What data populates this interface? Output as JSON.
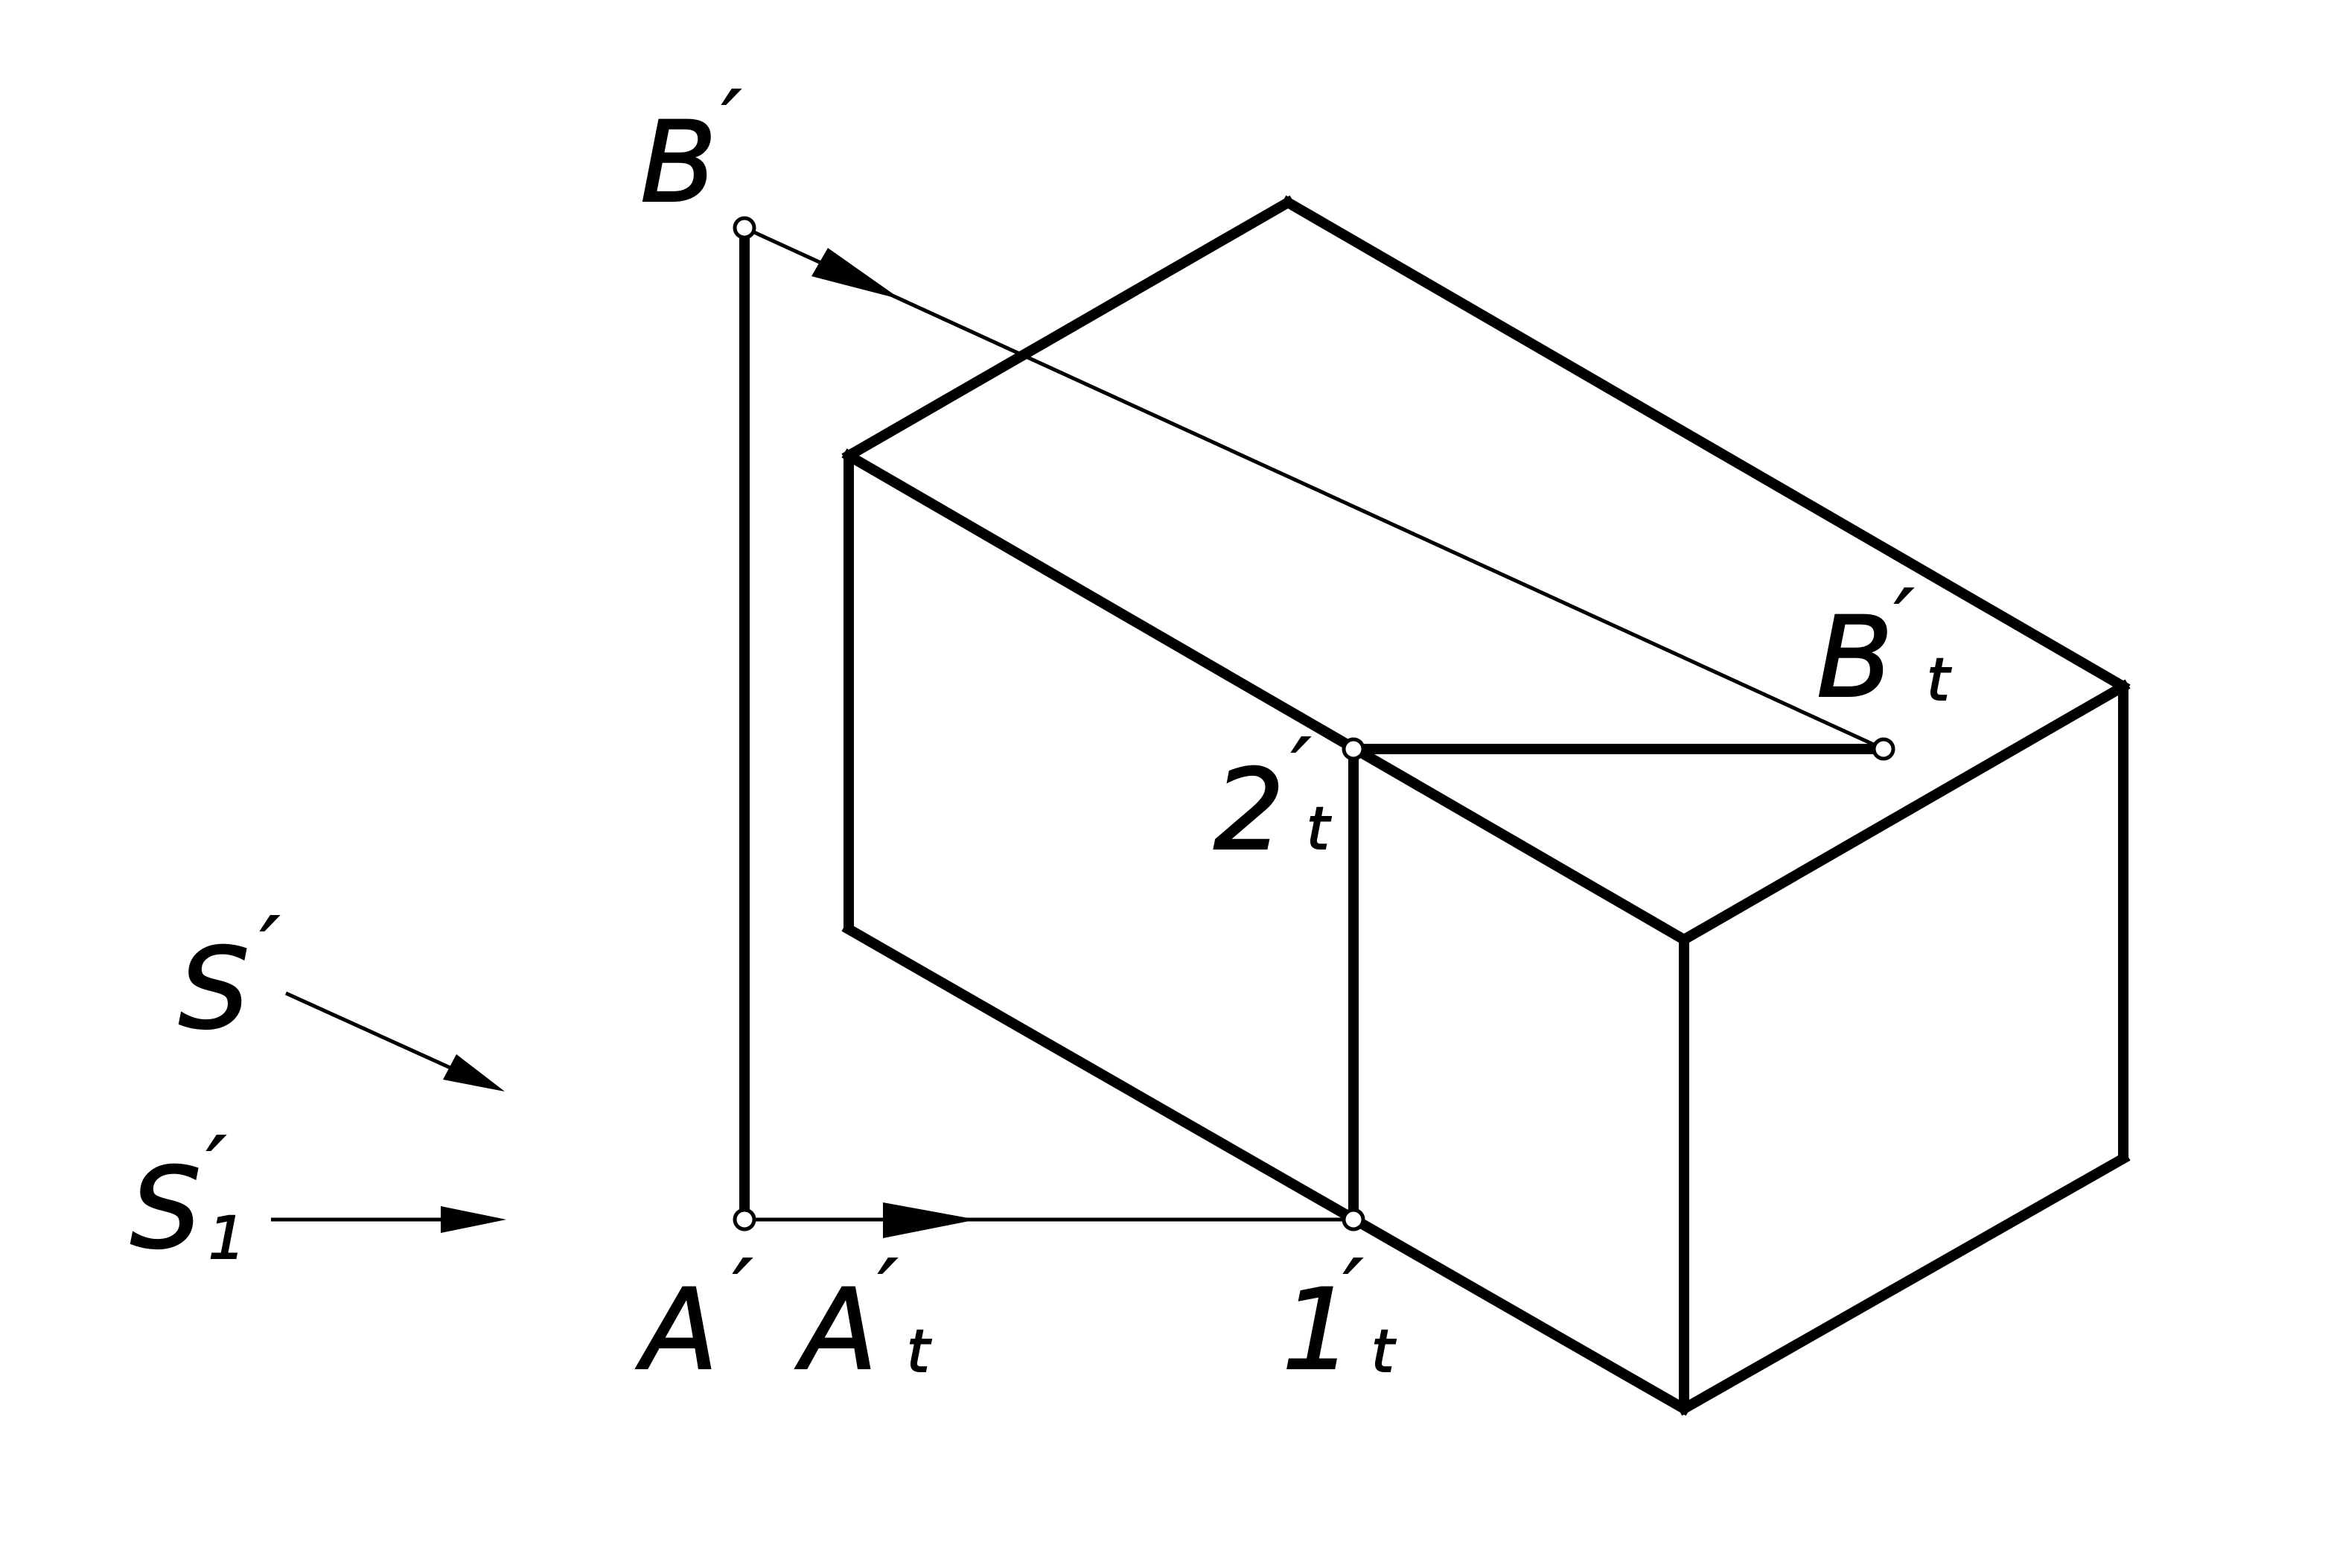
{
  "labels": {
    "b": "B",
    "b_t": "B",
    "two_t": "2",
    "s": "S",
    "s1": "S",
    "a": "A",
    "a_t": "A",
    "one_t": "1"
  },
  "primes": {
    "b": "′",
    "b_t": "′",
    "two_t": "′",
    "s": "′",
    "s1": "′",
    "a": "′",
    "a_t": "′",
    "one_t": "′"
  },
  "subscripts": {
    "b_t": "t",
    "two_t": "t",
    "s1": "1",
    "a_t": "t",
    "one_t": "t"
  },
  "colors": {
    "stroke": "#000000",
    "background": "#ffffff"
  }
}
